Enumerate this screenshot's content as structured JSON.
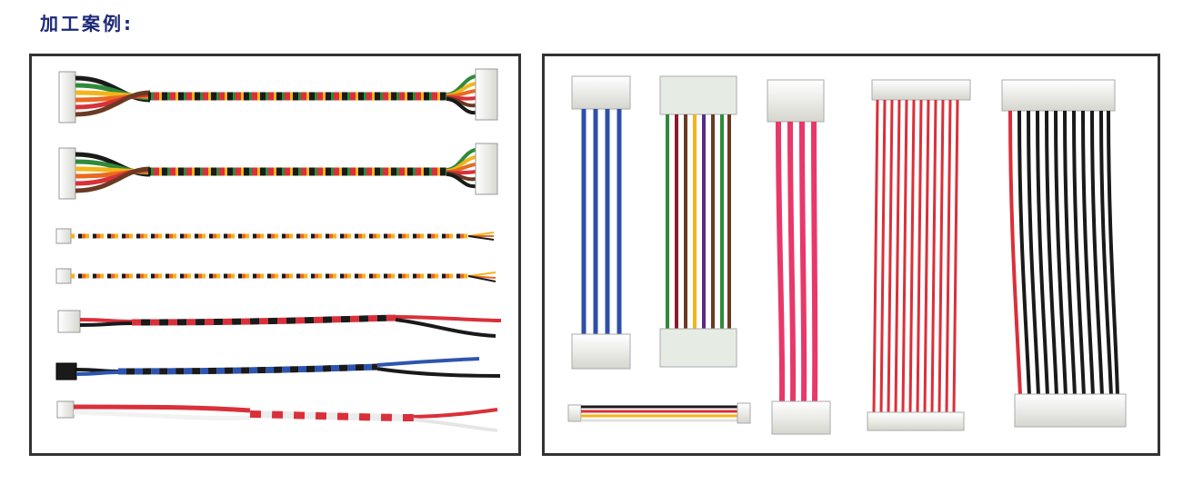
{
  "page": {
    "heading": "加工案例:"
  },
  "photos": {
    "left_panel": "twisted-wire-harness-assemblies",
    "right_panel": "ribbon-style-cable-assemblies"
  },
  "colors": {
    "heading": "#1c2a78",
    "frame": "#333333",
    "wire_red": "#d9303a",
    "wire_black": "#1a1a1a",
    "wire_yellow": "#f2b51b",
    "wire_orange": "#e86a21",
    "wire_green": "#2f8a3a",
    "wire_brown": "#6b3a22",
    "wire_blue": "#2d55b0",
    "wire_pink": "#e8386a",
    "wire_white": "#f2f2f2",
    "connector": "#f4f4f0"
  }
}
